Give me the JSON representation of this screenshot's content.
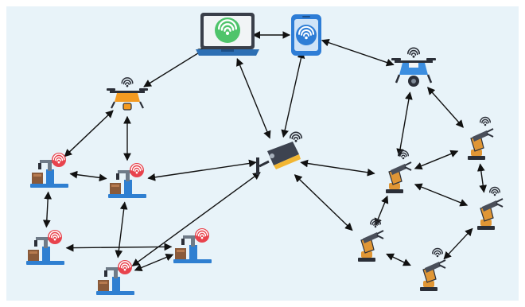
{
  "diagram": {
    "background": "#e8f3f9",
    "nodes": [
      {
        "id": "laptop",
        "kind": "laptop",
        "icon": "laptop-wifi-icon"
      },
      {
        "id": "phone",
        "kind": "phone",
        "icon": "phone-wifi-icon"
      },
      {
        "id": "drone_right",
        "kind": "drone",
        "icon": "camera-drone-icon"
      },
      {
        "id": "drone_left",
        "kind": "drone",
        "icon": "camera-drone-icon"
      },
      {
        "id": "camera",
        "kind": "camera",
        "icon": "security-camera-icon"
      },
      {
        "id": "factory_a",
        "kind": "factory",
        "icon": "factory-robot-wifi-icon"
      },
      {
        "id": "factory_b",
        "kind": "factory",
        "icon": "factory-robot-wifi-icon"
      },
      {
        "id": "factory_c",
        "kind": "factory",
        "icon": "factory-robot-wifi-icon"
      },
      {
        "id": "factory_d",
        "kind": "factory",
        "icon": "factory-robot-wifi-icon"
      },
      {
        "id": "factory_e",
        "kind": "factory",
        "icon": "factory-robot-wifi-icon"
      },
      {
        "id": "arm_a",
        "kind": "arm",
        "icon": "robot-arm-wifi-icon"
      },
      {
        "id": "arm_b",
        "kind": "arm",
        "icon": "robot-arm-wifi-icon"
      },
      {
        "id": "arm_c",
        "kind": "arm",
        "icon": "robot-arm-wifi-icon"
      },
      {
        "id": "arm_d",
        "kind": "arm",
        "icon": "robot-arm-wifi-icon"
      },
      {
        "id": "arm_e",
        "kind": "arm",
        "icon": "robot-arm-wifi-icon"
      }
    ],
    "edges": [
      [
        "laptop",
        "phone"
      ],
      [
        "phone",
        "drone_right"
      ],
      [
        "laptop",
        "drone_left"
      ],
      [
        "laptop",
        "camera"
      ],
      [
        "phone",
        "camera"
      ],
      [
        "drone_left",
        "factory_a"
      ],
      [
        "drone_left",
        "factory_b"
      ],
      [
        "factory_a",
        "factory_b"
      ],
      [
        "factory_a",
        "factory_c"
      ],
      [
        "factory_c",
        "factory_d"
      ],
      [
        "factory_d",
        "factory_e"
      ],
      [
        "factory_b",
        "factory_e"
      ],
      [
        "factory_b",
        "camera"
      ],
      [
        "factory_e",
        "camera"
      ],
      [
        "camera",
        "arm_a"
      ],
      [
        "camera",
        "arm_d"
      ],
      [
        "drone_right",
        "arm_a"
      ],
      [
        "drone_right",
        "arm_b"
      ],
      [
        "arm_b",
        "arm_c"
      ],
      [
        "arm_a",
        "arm_b"
      ],
      [
        "arm_a",
        "arm_c"
      ],
      [
        "arm_a",
        "arm_d"
      ],
      [
        "arm_c",
        "arm_e"
      ],
      [
        "arm_d",
        "arm_e"
      ]
    ]
  }
}
